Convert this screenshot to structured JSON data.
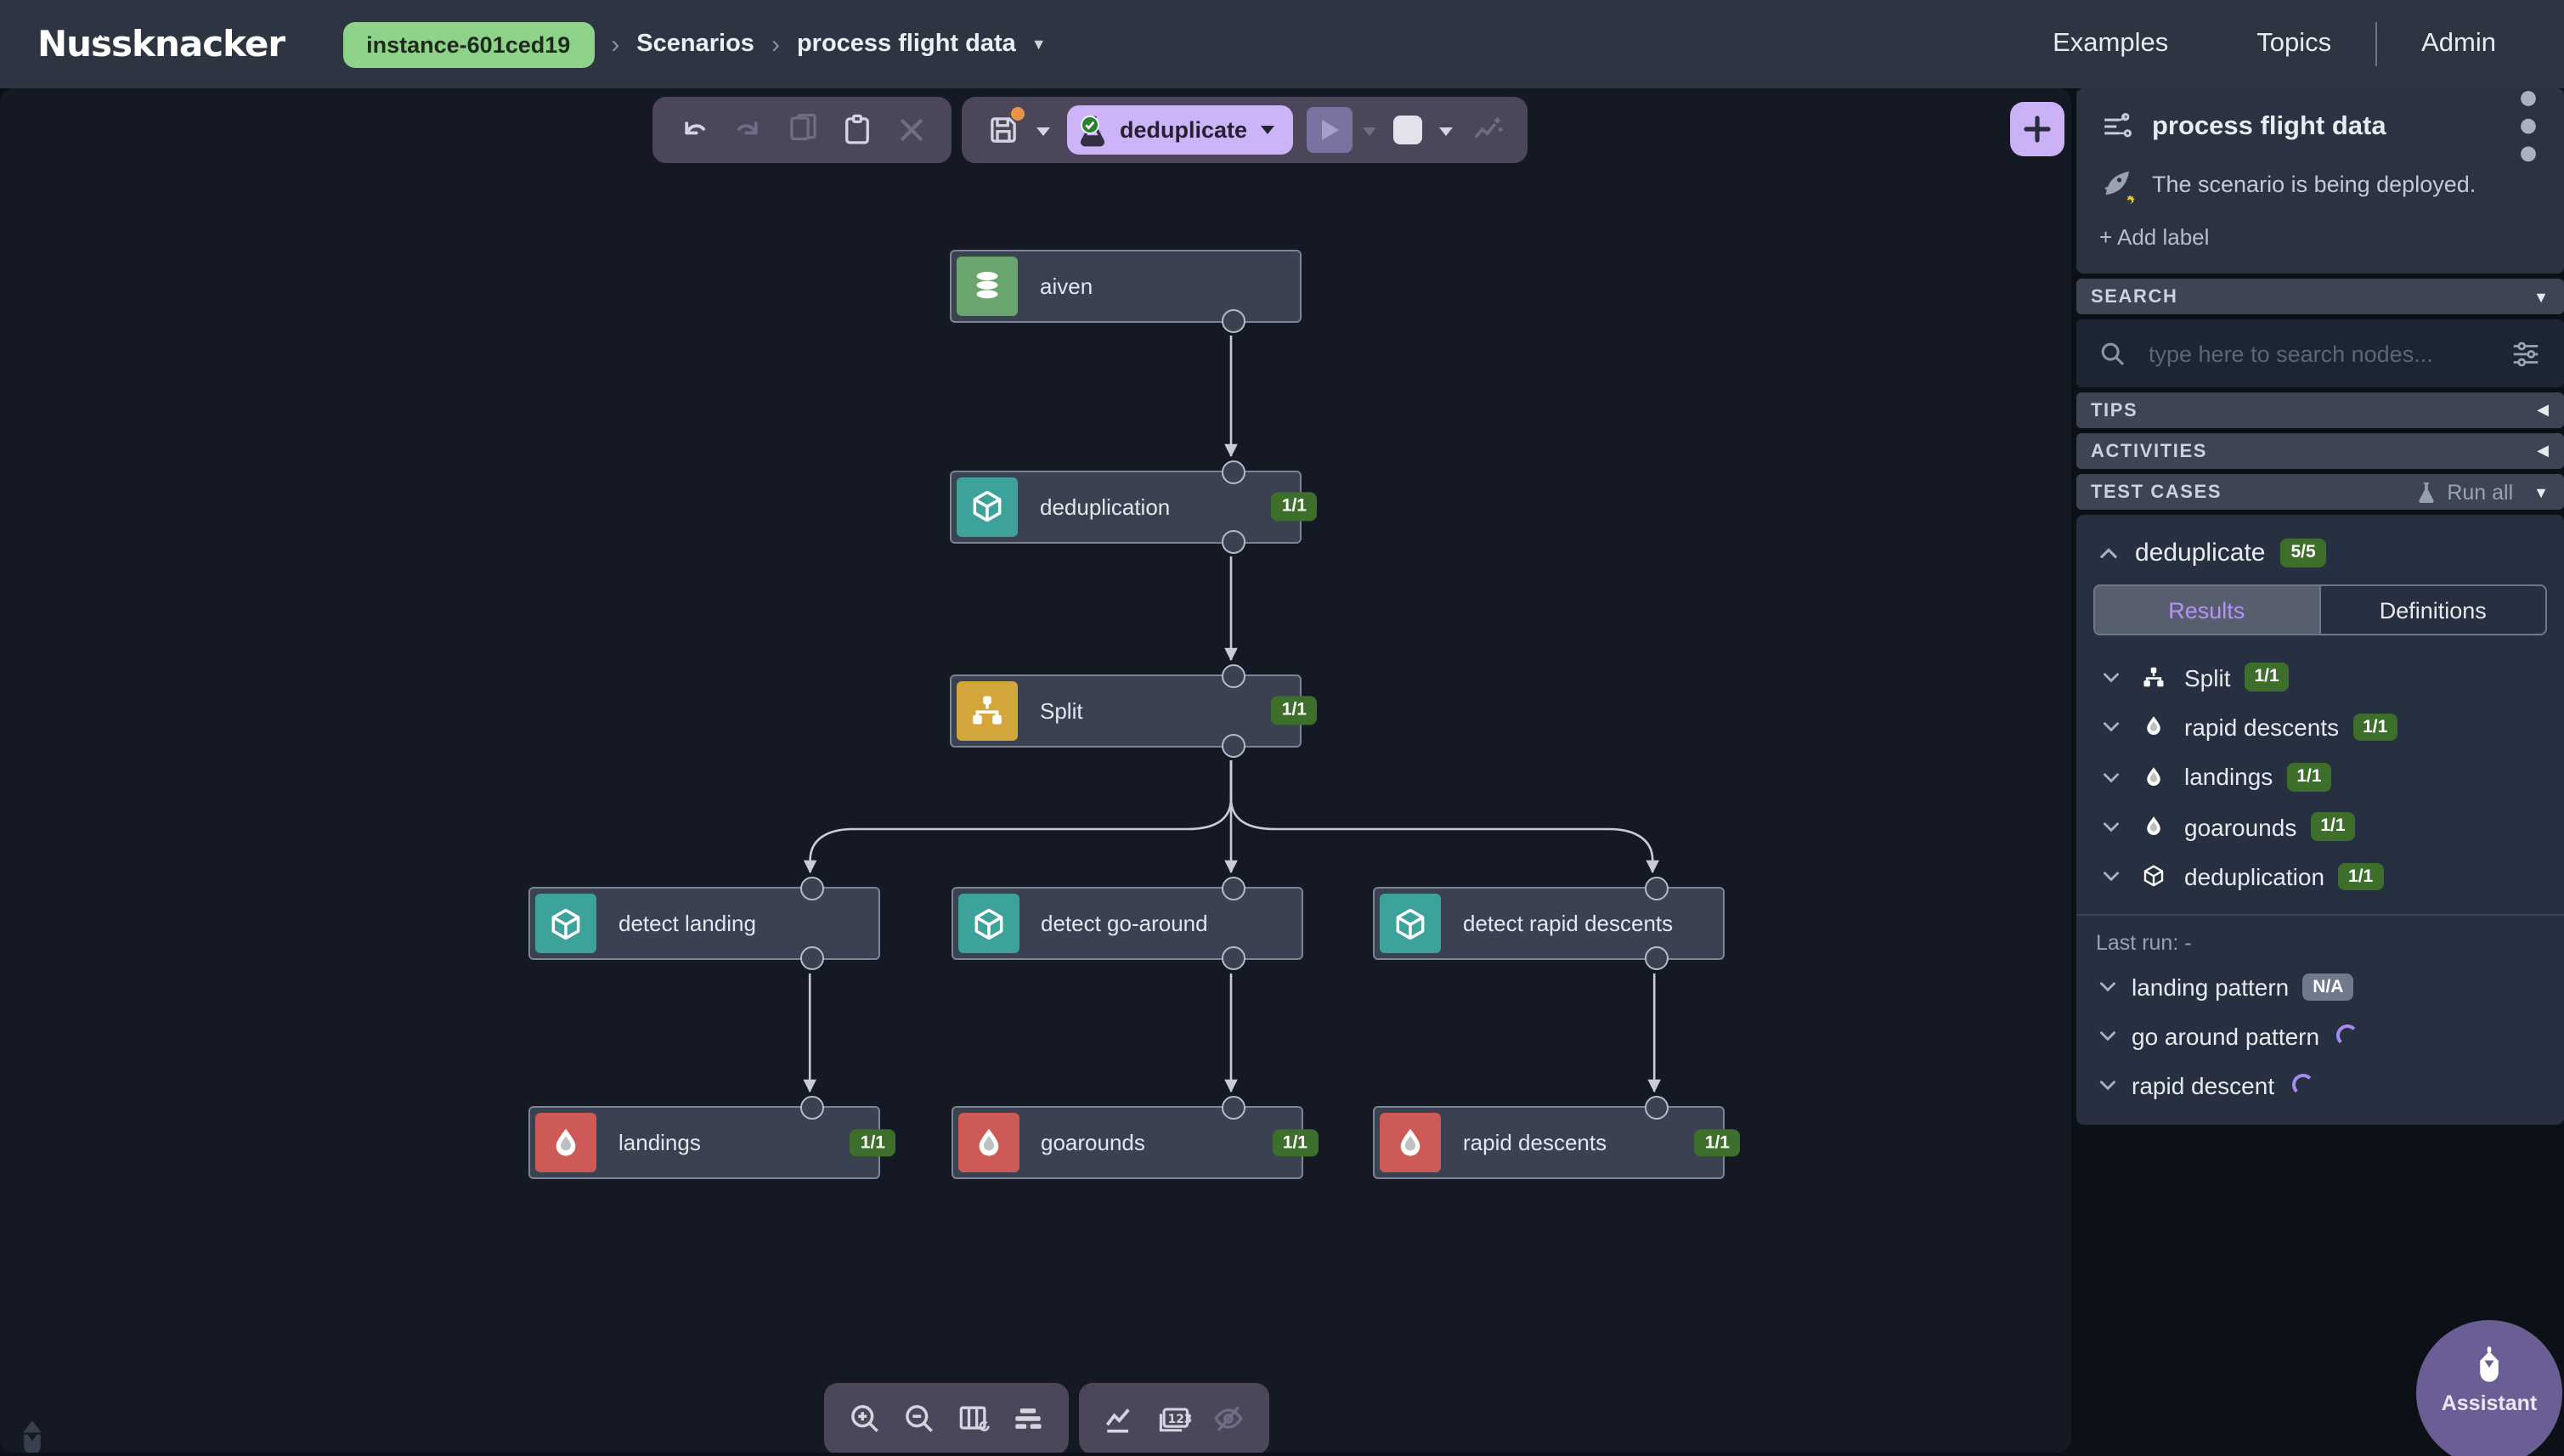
{
  "topbar": {
    "logo": "Nussknacker",
    "instance_badge": "instance-601ced19",
    "breadcrumb": {
      "section": "Scenarios",
      "current": "process flight data"
    },
    "nav": [
      "Examples",
      "Topics",
      "Admin"
    ]
  },
  "toolbar": {
    "test_pill_label": "deduplicate"
  },
  "canvas": {
    "nodes": [
      {
        "id": "aiven",
        "label": "aiven",
        "type": "source",
        "icon": "database-icon",
        "badge": null
      },
      {
        "id": "deduplication",
        "label": "deduplication",
        "type": "custom",
        "icon": "cube-icon",
        "badge": "1/1"
      },
      {
        "id": "split",
        "label": "Split",
        "type": "split",
        "icon": "split-icon",
        "badge": "1/1"
      },
      {
        "id": "detect-landing",
        "label": "detect landing",
        "type": "custom",
        "icon": "cube-icon",
        "badge": null
      },
      {
        "id": "detect-go-around",
        "label": "detect go-around",
        "type": "custom",
        "icon": "cube-icon",
        "badge": null
      },
      {
        "id": "detect-rapid-descents",
        "label": "detect rapid descents",
        "type": "custom",
        "icon": "cube-icon",
        "badge": null
      },
      {
        "id": "landings",
        "label": "landings",
        "type": "sink",
        "icon": "droplet-icon",
        "badge": "1/1"
      },
      {
        "id": "goarounds",
        "label": "goarounds",
        "type": "sink",
        "icon": "droplet-icon",
        "badge": "1/1"
      },
      {
        "id": "rapid-descents",
        "label": "rapid descents",
        "type": "sink",
        "icon": "droplet-icon",
        "badge": "1/1"
      }
    ]
  },
  "panel": {
    "title": "process flight data",
    "status": "The scenario is being deployed.",
    "add_label": "+ Add label",
    "sections": {
      "search": "SEARCH",
      "tips": "TIPS",
      "activities": "ACTIVITIES",
      "test_cases": "TEST CASES"
    },
    "run_all": "Run all",
    "search_placeholder": "type here to search nodes...",
    "test_group": {
      "name": "deduplicate",
      "badge": "5/5"
    },
    "tabs": {
      "results": "Results",
      "definitions": "Definitions"
    },
    "results": [
      {
        "label": "Split",
        "badge": "1/1",
        "icon": "split-icon"
      },
      {
        "label": "rapid descents",
        "badge": "1/1",
        "icon": "droplet-icon"
      },
      {
        "label": "landings",
        "badge": "1/1",
        "icon": "droplet-icon"
      },
      {
        "label": "goarounds",
        "badge": "1/1",
        "icon": "droplet-icon"
      },
      {
        "label": "deduplication",
        "badge": "1/1",
        "icon": "cube-icon"
      }
    ],
    "last_run": "Last run: -",
    "patterns": [
      {
        "label": "landing pattern",
        "badge": "N/A",
        "state": "na"
      },
      {
        "label": "go around pattern",
        "badge": null,
        "state": "loading"
      },
      {
        "label": "rapid descent",
        "badge": null,
        "state": "loading"
      }
    ]
  },
  "assistant": {
    "label": "Assistant"
  },
  "icons": {
    "caret_down": "▼",
    "caret_left": "◀",
    "breadcrumb_sep": "›",
    "small_caret": "▾"
  },
  "colors": {
    "accent_purple": "#cdb3f7",
    "badge_green": "#3e6e2c",
    "instance_green": "#8fd28a",
    "node_source": "#6aa56d",
    "node_custom": "#3da39a",
    "node_split": "#d3a63b",
    "node_sink": "#cd5a57",
    "spinner_purple": "#a78bf0",
    "canvas_bg": "#141924",
    "topbar_bg": "#2c3541"
  }
}
